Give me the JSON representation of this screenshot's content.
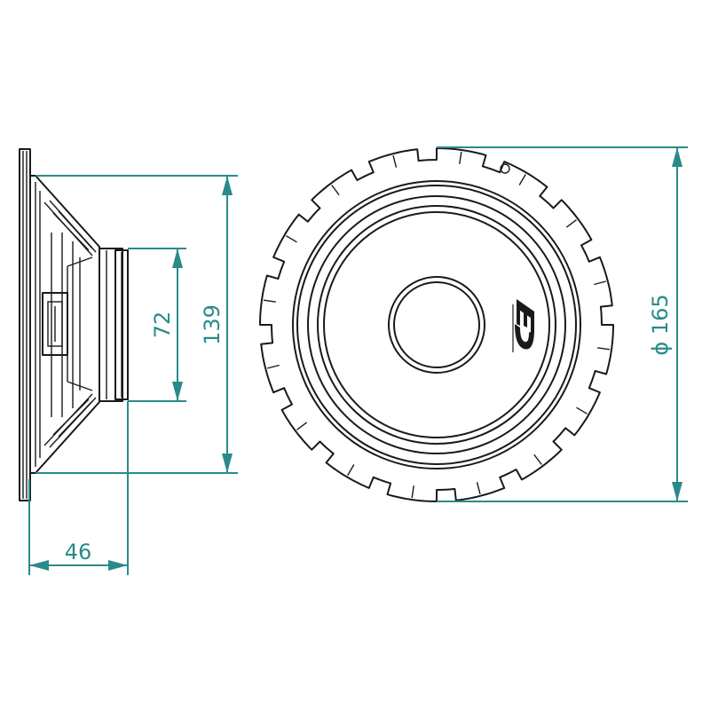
{
  "dimensions": {
    "mounting_depth": "46",
    "magnet_height": "72",
    "overall_height": "139",
    "outer_diameter": "ϕ 165"
  },
  "colors": {
    "outline": "#1a1a1a",
    "dimension": "#2a8a8a",
    "background": "#ffffff"
  },
  "logo": {
    "icon": "brand-logo-icon"
  }
}
